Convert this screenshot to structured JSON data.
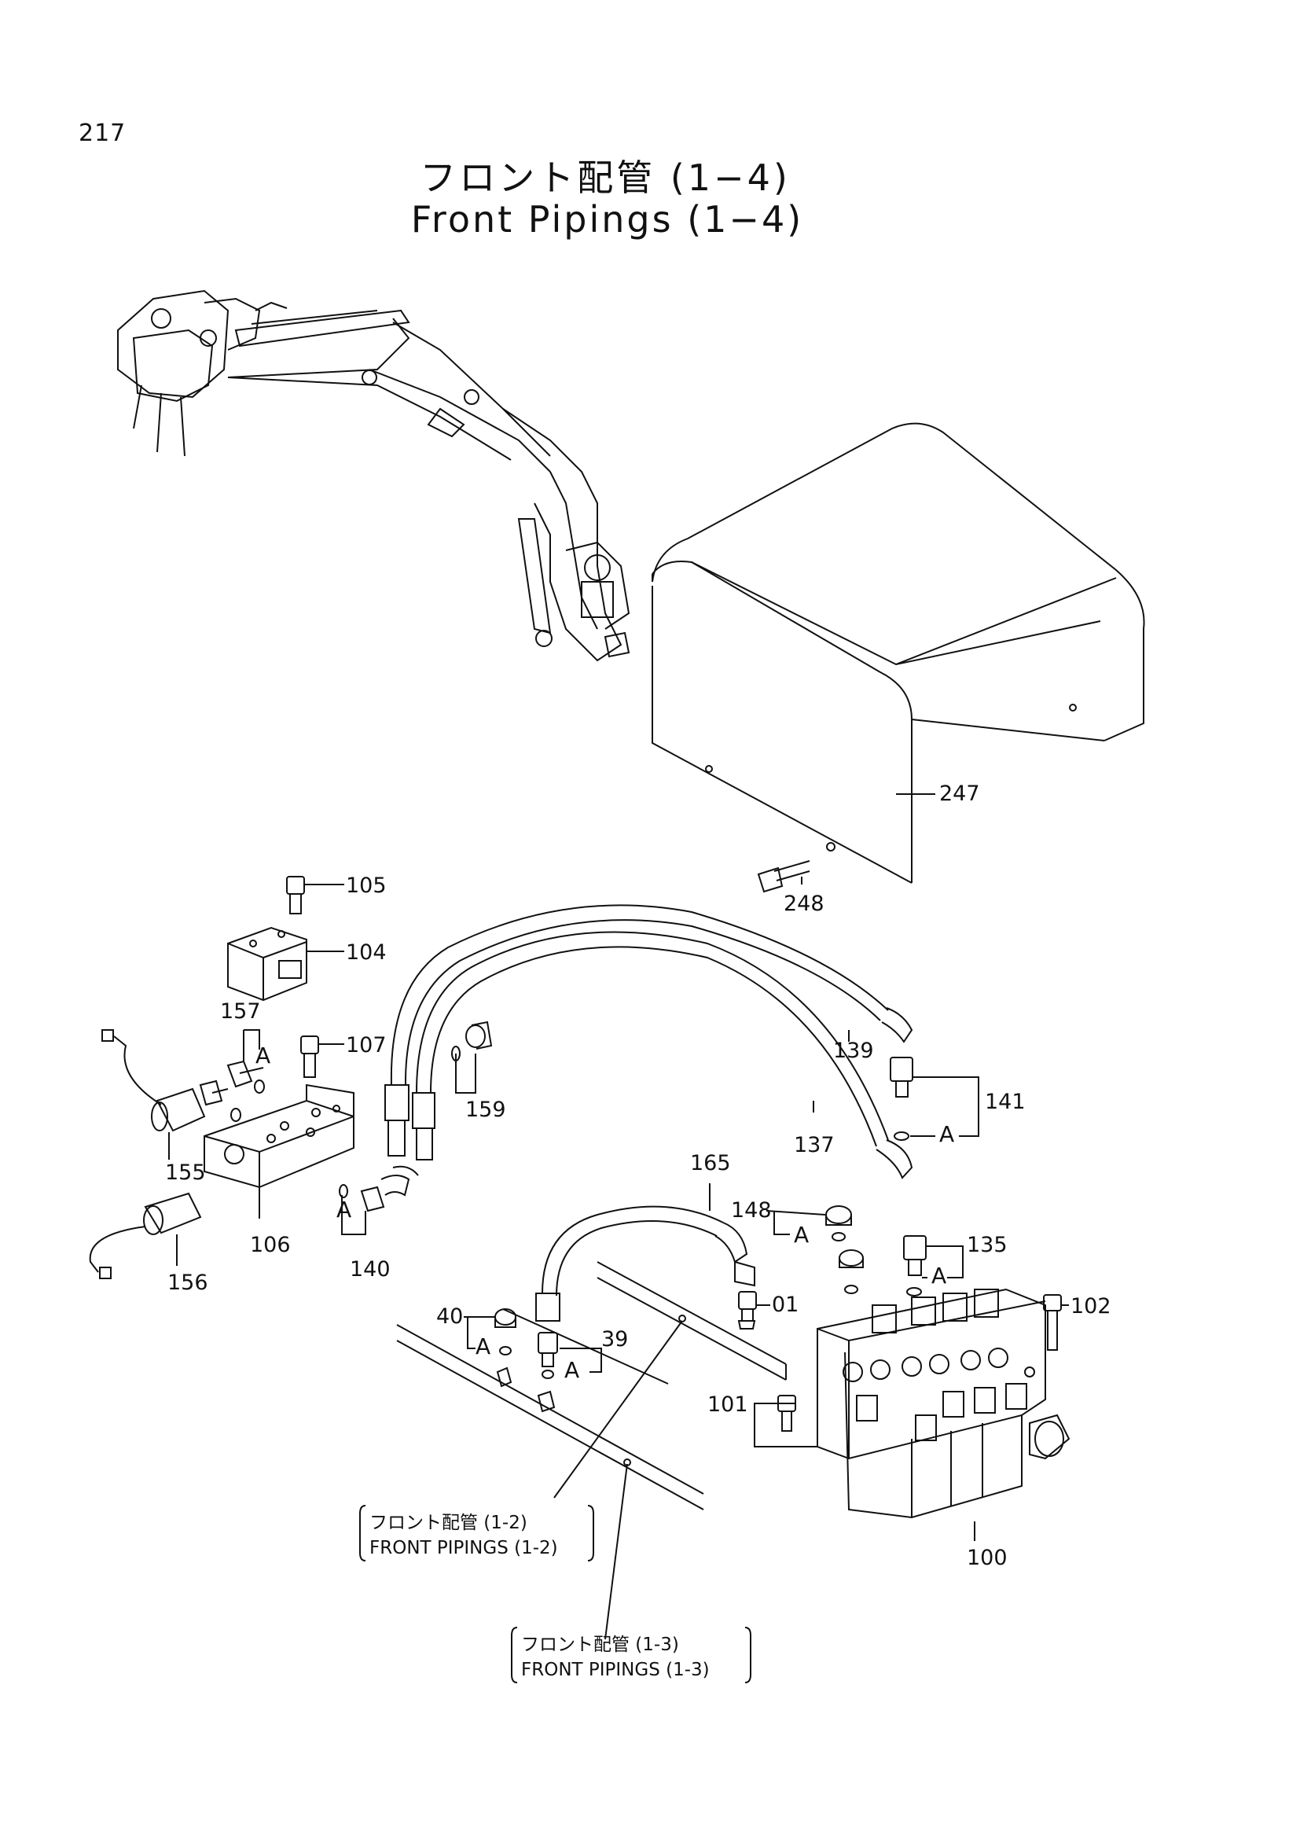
{
  "page_number": "217",
  "title_jp": "フロント配管 (1−4)",
  "title_en": "Front Pipings (1−4)",
  "callouts": {
    "c01": "01",
    "c39": "39",
    "c40": "40",
    "c100": "100",
    "c101": "101",
    "c102": "102",
    "c104": "104",
    "c105": "105",
    "c106": "106",
    "c107": "107",
    "c135": "135",
    "c137": "137",
    "c139": "139",
    "c140": "140",
    "c141": "141",
    "c148": "148",
    "c155": "155",
    "c156": "156",
    "c157": "157",
    "c159": "159",
    "c165": "165",
    "c247": "247",
    "c248": "248"
  },
  "marker": "A",
  "refs": {
    "r12_jp": "フロント配管 (1-2)",
    "r12_en": "FRONT PIPINGS (1-2)",
    "r13_jp": "フロント配管 (1-3)",
    "r13_en": "FRONT PIPINGS (1-3)"
  }
}
